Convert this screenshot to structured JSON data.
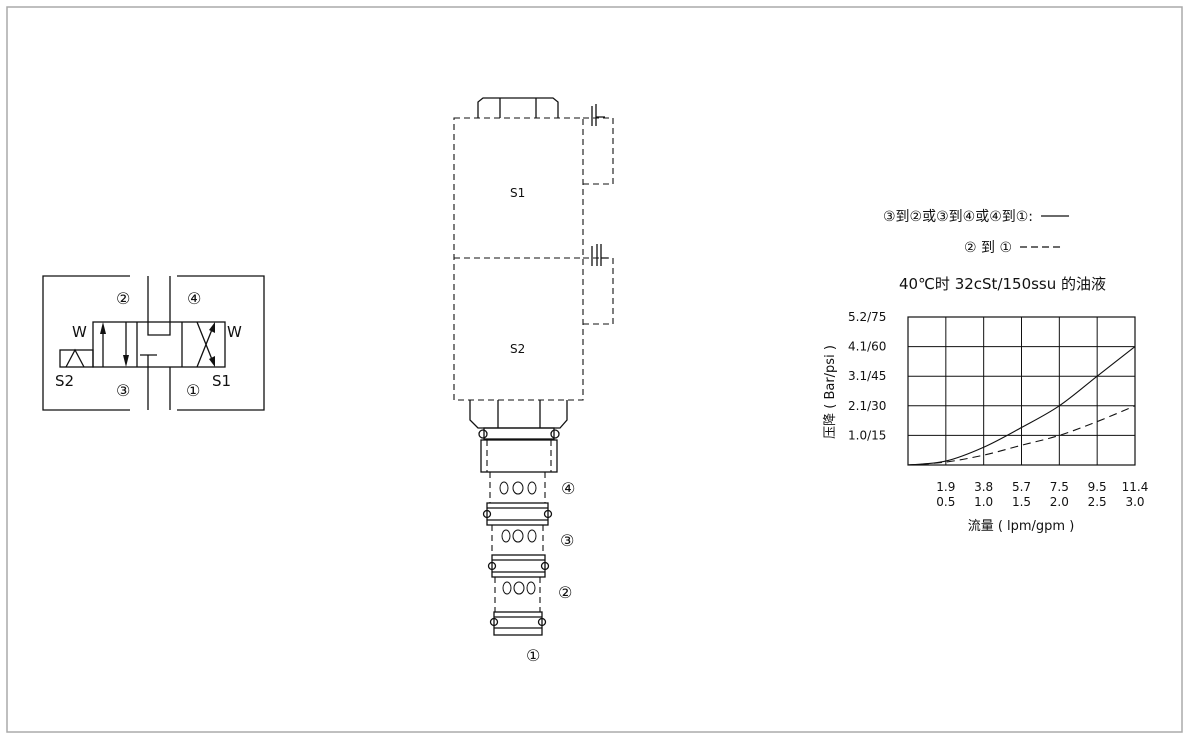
{
  "symbol": {
    "port_2": "②",
    "port_4": "④",
    "port_3": "③",
    "port_1": "①",
    "spring_left": "W",
    "spring_right": "W",
    "solenoid_left": "S2",
    "solenoid_right": "S1"
  },
  "cartridge": {
    "coil_1": "S1",
    "coil_2": "S2",
    "port_4": "④",
    "port_3": "③",
    "port_2": "②",
    "port_1": "①"
  },
  "legend": {
    "solid_text": "③到②或③到④或④到①:",
    "dashed_text": "② 到 ①",
    "fluid_note": "40℃时 32cSt/150ssu 的油液"
  },
  "chart_data": {
    "type": "line",
    "title": "40℃时 32cSt/150ssu 的油液",
    "xlabel": "流量 ( lpm/gpm )",
    "ylabel": "压降 ( Bar/psi )",
    "x_ticks_lpm": [
      "1.9",
      "3.8",
      "5.7",
      "7.5",
      "9.5",
      "11.4"
    ],
    "x_ticks_gpm": [
      "0.5",
      "1.0",
      "1.5",
      "2.0",
      "2.5",
      "3.0"
    ],
    "y_ticks": [
      "1.0/15",
      "2.1/30",
      "3.1/45",
      "4.1/60",
      "5.2/75"
    ],
    "xlim_gpm": [
      0,
      3.0
    ],
    "ylim_psi": [
      0,
      75
    ],
    "grid": true,
    "x_gpm": [
      0,
      0.5,
      1.0,
      1.5,
      2.0,
      2.5,
      3.0
    ],
    "series": [
      {
        "name": "③到②或③到④或④到①",
        "style": "solid",
        "values_psi": [
          0,
          2,
          9,
          19,
          30,
          45,
          60
        ]
      },
      {
        "name": "② 到 ①",
        "style": "dashed",
        "values_psi": [
          0,
          1.5,
          5,
          10,
          15,
          22,
          30
        ]
      }
    ]
  }
}
